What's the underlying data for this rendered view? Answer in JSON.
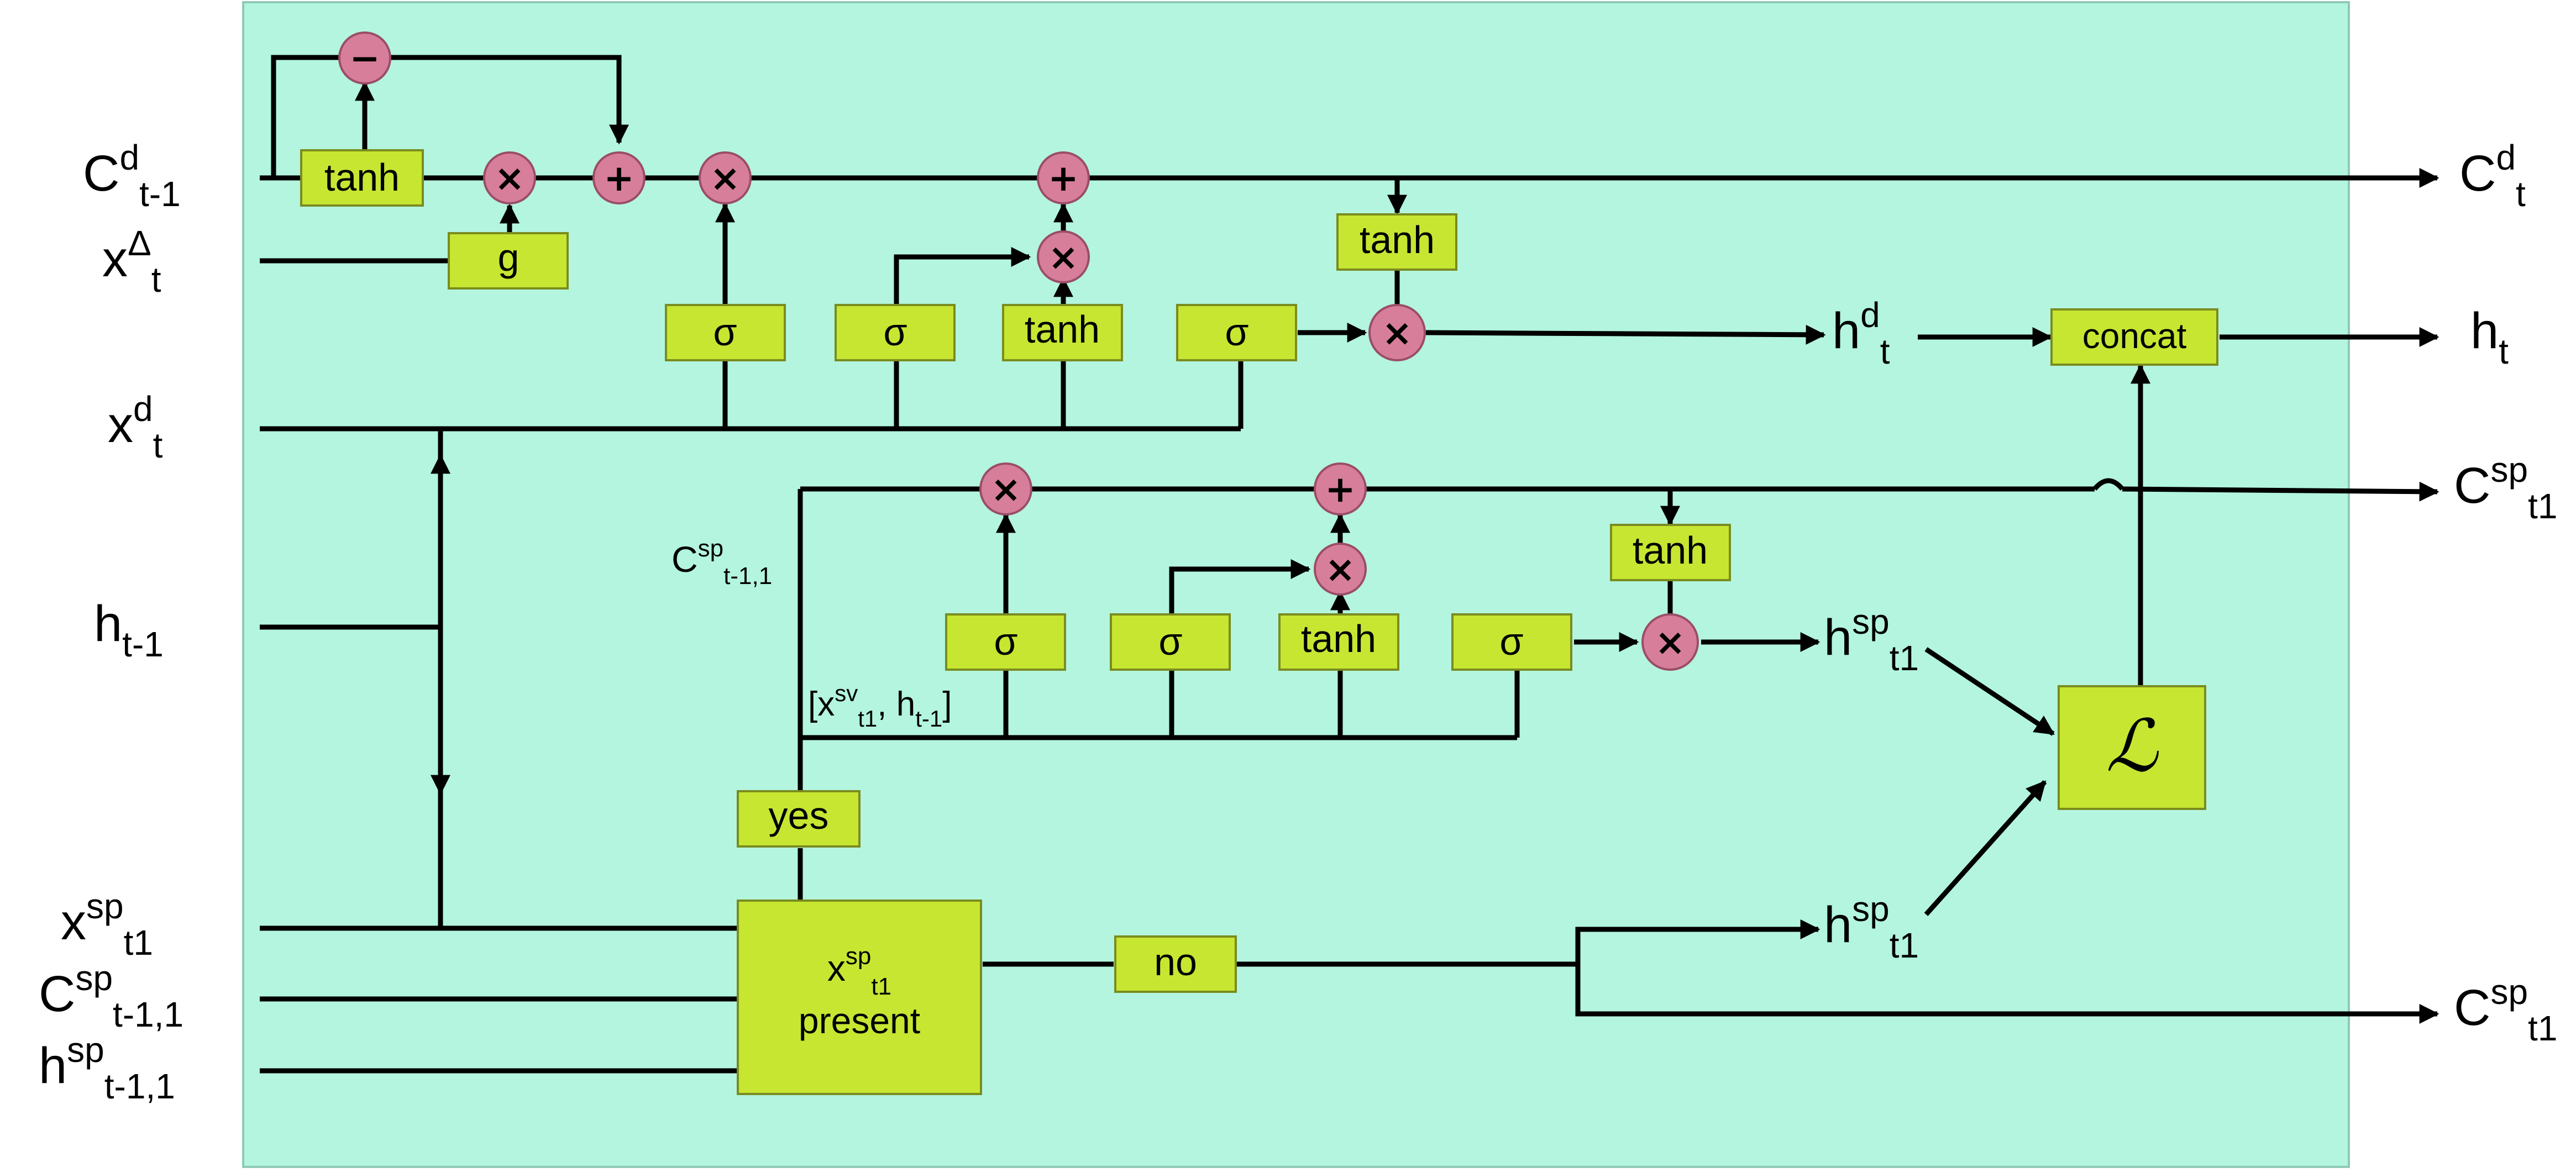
{
  "inputs": {
    "c_d_prev": {
      "base": "C",
      "sup": "d",
      "sub": "t-1"
    },
    "x_delta": {
      "base": "x",
      "sup": "Δ",
      "sub": "t"
    },
    "x_d": {
      "base": "x",
      "sup": "d",
      "sub": "t"
    },
    "h_prev": {
      "base": "h",
      "sup": "",
      "sub": "t-1"
    },
    "x_sp": {
      "base": "x",
      "sup": "sp",
      "sub": "t1"
    },
    "c_sp_prev": {
      "base": "C",
      "sup": "sp",
      "sub": "t-1,1"
    },
    "h_sp_prev": {
      "base": "h",
      "sup": "sp",
      "sub": "t-1,1"
    }
  },
  "outputs": {
    "c_d": {
      "base": "C",
      "sup": "d",
      "sub": "t"
    },
    "h": {
      "base": "h",
      "sup": "",
      "sub": "t"
    },
    "c_sp_top": {
      "base": "C",
      "sup": "sp",
      "sub": "t1"
    },
    "c_sp_bottom": {
      "base": "C",
      "sup": "sp",
      "sub": "t1"
    }
  },
  "internal": {
    "h_d": {
      "base": "h",
      "sup": "d",
      "sub": "t"
    },
    "h_sp_upper": {
      "base": "h",
      "sup": "sp",
      "sub": "t1"
    },
    "h_sp_lower": {
      "base": "h",
      "sup": "sp",
      "sub": "t1"
    },
    "c_sp_inner": {
      "base": "C",
      "sup": "sp",
      "sub": "t-1,1"
    },
    "concat_input": {
      "pre": "[x",
      "sup": "sv",
      "sub": "t1",
      "post": ", h",
      "sub2": "t-1",
      "end": "]"
    }
  },
  "boxes": {
    "tanh_decay": "tanh",
    "g": "g",
    "sigma1": "σ",
    "sigma2": "σ",
    "tanh_cand": "tanh",
    "sigma3": "σ",
    "tanh_out": "tanh",
    "concat": "concat",
    "sp_sigma1": "σ",
    "sp_sigma2": "σ",
    "sp_tanh_cand": "tanh",
    "sp_sigma3": "σ",
    "sp_tanh_out": "tanh",
    "yes": "yes",
    "no": "no",
    "present_line1": {
      "base": "x",
      "sup": "sp",
      "sub": "t1"
    },
    "present_line2": "present",
    "loss": "ℒ"
  },
  "ops": {
    "minus": "−",
    "times": "×",
    "plus": "+"
  },
  "colors": {
    "background_panel": "#b3f5df",
    "gate_box": "#c6e632",
    "operator_circle": "#d77e9a",
    "wire": "#000000"
  }
}
